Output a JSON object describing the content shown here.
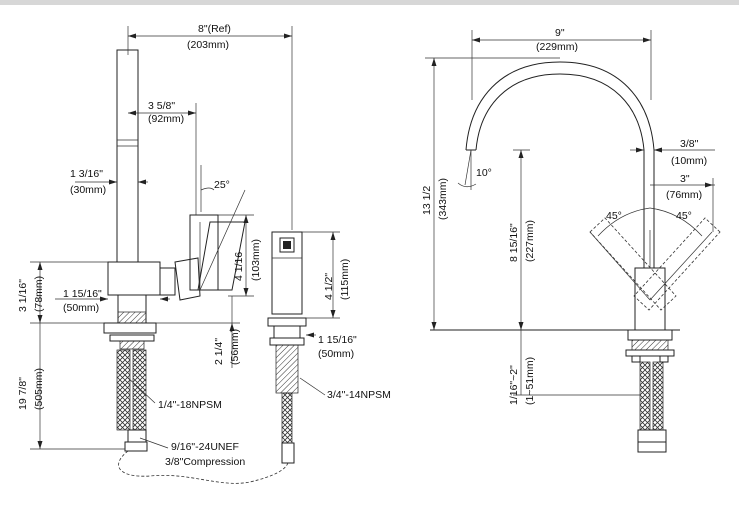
{
  "labels": {
    "side_width_in": "8\"(Ref)",
    "side_width_mm": "(203mm)",
    "spout_reach_in": "3 5/8\"",
    "spout_reach_mm": "(92mm)",
    "body_width_in": "1 3/16\"",
    "body_width_mm": "(30mm)",
    "handle_angle": "25°",
    "handle_height_in": "4 1/16",
    "handle_height_mm": "(103mm)",
    "base_height_in": "3 1/16\"",
    "base_height_mm": "(78mm)",
    "base_width_in": "1 15/16\"",
    "base_width_mm": "(50mm)",
    "shank_in": "2 1/4\"",
    "shank_mm": "(56mm)",
    "hose_length_in": "19 7/8\"",
    "hose_length_mm": "(505mm)",
    "thread_1": "1/4\"-18NPSM",
    "thread_2": "9/16\"-24UNEF",
    "compression": "3/8\"Compression",
    "spray_height_in": "4 1/2\"",
    "spray_height_mm": "(115mm)",
    "spray_width_in": "1 15/16\"",
    "spray_width_mm": "(50mm)",
    "spray_thread": "3/4\"-14NPSM",
    "front_width_in": "9\"",
    "front_width_mm": "(229mm)",
    "front_height_in": "13 1/2",
    "front_height_mm": "(343mm)",
    "spout_angle": "10°",
    "spout_height_in": "8 15/16\"",
    "spout_height_mm": "(227mm)",
    "deck_in": "1/16\"~2\"",
    "deck_mm": "(1~51mm)",
    "outlet_in": "3/8\"",
    "outlet_mm": "(10mm)",
    "handle_reach_in": "3\"",
    "handle_reach_mm": "(76mm)",
    "angle_left": "45°",
    "angle_right": "45°"
  }
}
